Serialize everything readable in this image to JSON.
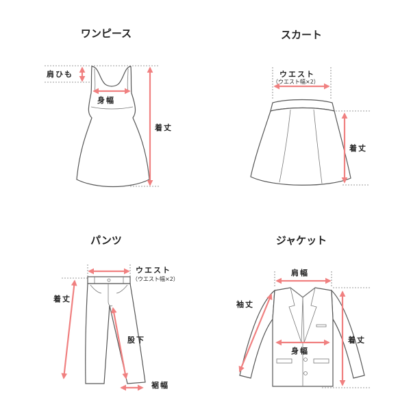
{
  "panels": {
    "onepiece": {
      "title": "ワンピース",
      "labels": {
        "shoulder_strap": "肩ひも",
        "chest_width": "身幅",
        "total_length": "着丈"
      }
    },
    "skirt": {
      "title": "スカート",
      "labels": {
        "waist": "ウエスト",
        "waist_note": "（ウエスト幅×2）",
        "total_length": "着丈"
      }
    },
    "pants": {
      "title": "パンツ",
      "labels": {
        "waist": "ウエスト",
        "waist_note": "（ウエスト幅×2）",
        "total_length": "着丈",
        "inseam": "股下",
        "hem_width": "裾幅"
      }
    },
    "jacket": {
      "title": "ジャケット",
      "labels": {
        "shoulder_width": "肩幅",
        "sleeve_length": "袖丈",
        "chest_width": "身幅",
        "total_length": "着丈"
      }
    }
  },
  "colors": {
    "measure_line": "#f08080",
    "outline": "#555555",
    "guide": "#777777"
  }
}
